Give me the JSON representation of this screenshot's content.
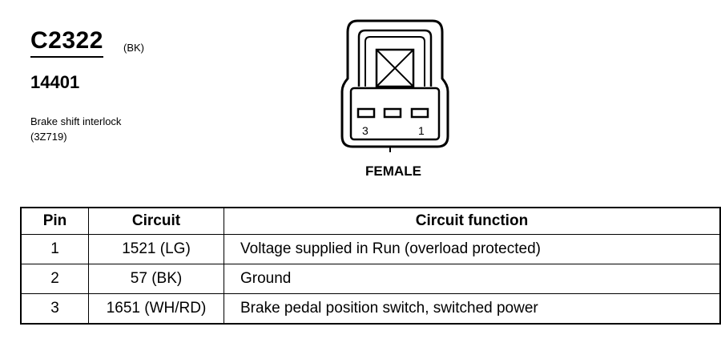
{
  "header": {
    "connector_id": "C2322",
    "connector_color": "(BK)",
    "part_number": "14401",
    "description_line1": "Brake shift interlock",
    "description_line2": "(3Z719)"
  },
  "diagram": {
    "pin_labels": {
      "left": "3",
      "right": "1"
    },
    "gender": "FEMALE"
  },
  "table": {
    "headers": {
      "pin": "Pin",
      "circuit": "Circuit",
      "function": "Circuit function"
    },
    "rows": [
      {
        "pin": "1",
        "circuit": "1521 (LG)",
        "function": "Voltage supplied in Run (overload protected)"
      },
      {
        "pin": "2",
        "circuit": "57 (BK)",
        "function": "Ground"
      },
      {
        "pin": "3",
        "circuit": "1651 (WH/RD)",
        "function": "Brake pedal position switch, switched power"
      }
    ]
  }
}
